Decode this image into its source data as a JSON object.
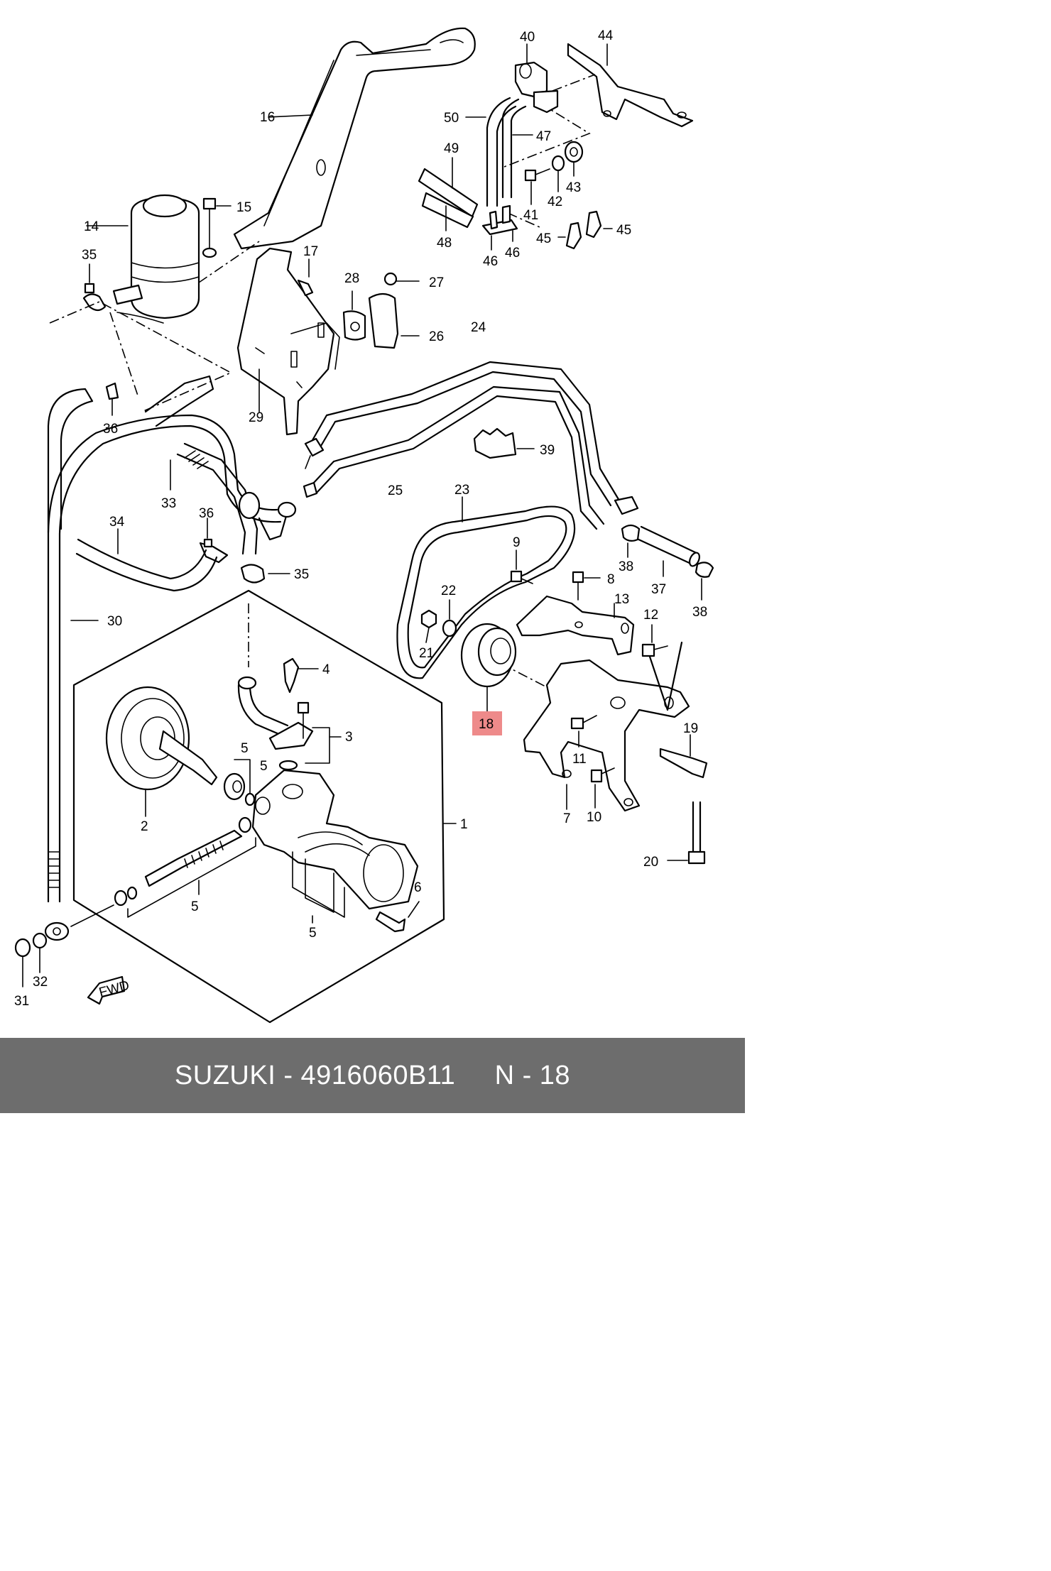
{
  "footer": {
    "brand": "SUZUKI",
    "sep1": " - ",
    "part_number": "4916060B11",
    "ref_prefix": "N - ",
    "ref_number": "18"
  },
  "highlight_label": "18",
  "fwd_label": "FWD",
  "callouts": [
    "1",
    "2",
    "3",
    "4",
    "5",
    "5",
    "5",
    "5",
    "6",
    "7",
    "8",
    "9",
    "10",
    "11",
    "12",
    "13",
    "14",
    "15",
    "16",
    "17",
    "19",
    "20",
    "21",
    "22",
    "23",
    "24",
    "25",
    "26",
    "27",
    "28",
    "29",
    "30",
    "31",
    "32",
    "33",
    "34",
    "35",
    "35",
    "36",
    "36",
    "37",
    "38",
    "38",
    "39",
    "40",
    "41",
    "42",
    "43",
    "44",
    "45",
    "45",
    "46",
    "46",
    "47",
    "48",
    "49",
    "50"
  ]
}
